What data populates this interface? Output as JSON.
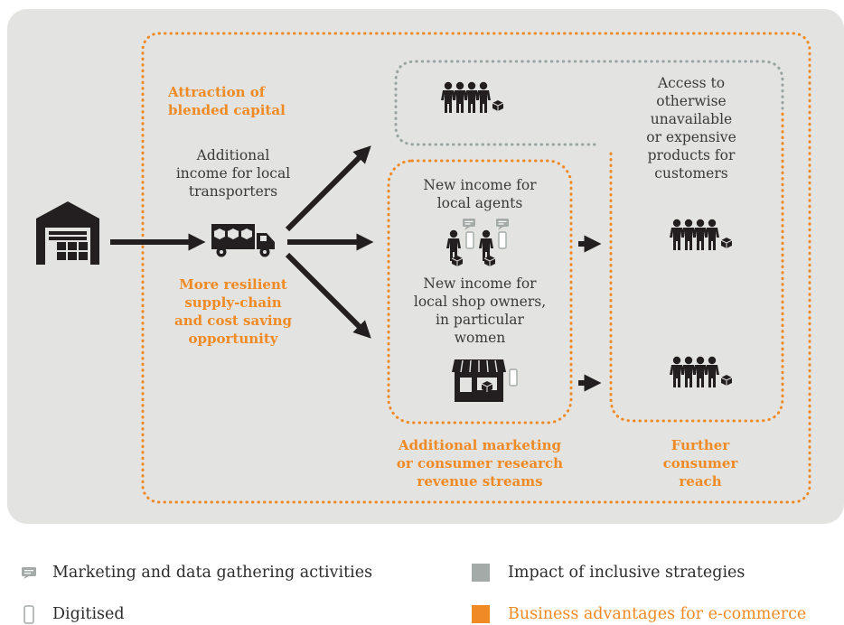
{
  "labels": {
    "attraction": "Attraction of\nblended capital",
    "transporters": "Additional\nincome for local\ntransporters",
    "resilient": "More resilient\nsupply-chain\nand cost saving\nopportunity",
    "agents": "New income for\nlocal agents",
    "shop_owners": "New income for\nlocal shop owners,\nin particular\nwomen",
    "marketing_streams": "Additional marketing\nor consumer research\nrevenue streams",
    "access": "Access to\notherwise\nunavailable\nor expensive\nproducts for\ncustomers",
    "further_reach": "Further\nconsumer\nreach"
  },
  "legend": {
    "marketing": "Marketing and data gathering activities",
    "digitised": "Digitised",
    "impact": "Impact of inclusive strategies",
    "business": "Business advantages for e-commerce"
  },
  "colors": {
    "orange": "#f08a24",
    "grey_dots": "#9aa3a3",
    "panel": "#e3e4e2",
    "ink": "#231f20",
    "legend_grey": "#a3aaa8"
  },
  "icons": [
    "warehouse-icon",
    "truck-icon",
    "people-group-icon",
    "agent-icon",
    "shop-icon",
    "phone-icon",
    "chat-icon"
  ]
}
